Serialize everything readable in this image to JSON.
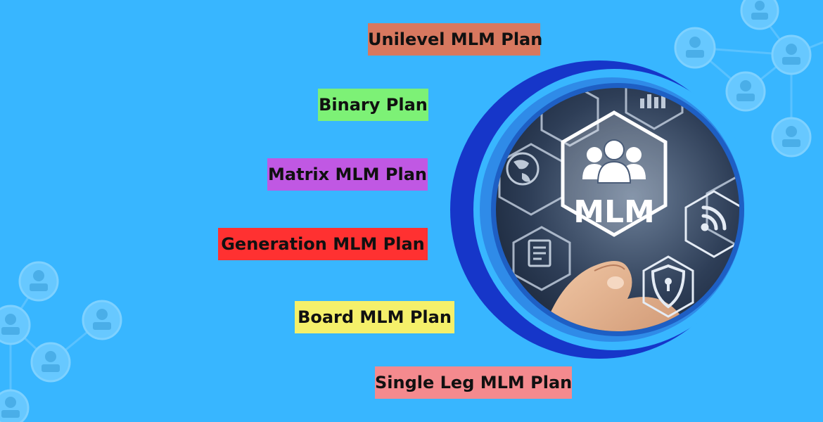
{
  "colors": {
    "background": "#38B6FF",
    "ring_outer": "#1636C9",
    "ring_inner": "#2F8BE8",
    "tag_unilevel": "#D8785F",
    "tag_binary": "#7DF176",
    "tag_matrix": "#C058E3",
    "tag_generation": "#FF3131",
    "tag_board": "#F5F06A",
    "tag_single_leg": "#F48A8E"
  },
  "plans": {
    "unilevel": "Unilevel MLM Plan",
    "binary": "Binary Plan",
    "matrix": "Matrix MLM Plan",
    "generation": "Generation MLM Plan",
    "board": "Board MLM Plan",
    "single_leg": "Single Leg MLM Plan"
  },
  "hero": {
    "logo_text": "MLM"
  },
  "icons": {
    "network": "user-network-icon",
    "group": "user-group-icon",
    "shield": "shield-lock-icon",
    "wifi": "wifi-signal-icon",
    "globe": "globe-icon"
  }
}
